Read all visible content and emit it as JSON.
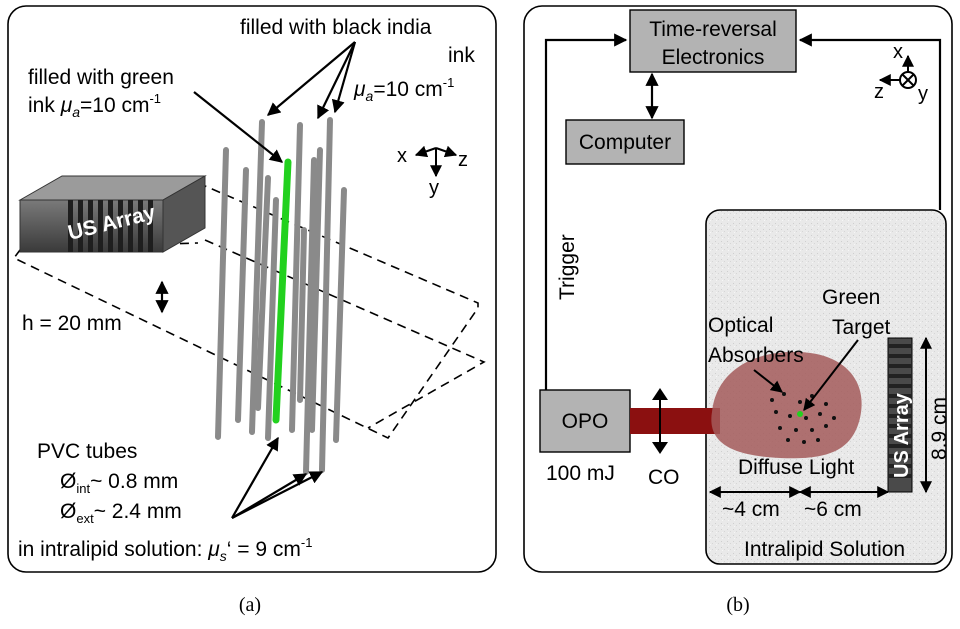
{
  "panel_a": {
    "caption": "(a)",
    "black_ink_label_1": "filled with black india",
    "black_ink_label_2": "ink",
    "mu_a_black_sym": "μ",
    "mu_a_black_sub": "a",
    "mu_a_black_val": "=10 cm",
    "mu_a_black_exp": "-1",
    "green_ink_label_1": "filled with green",
    "green_ink_label_2": "ink",
    "mu_a_green_sym": "μ",
    "mu_a_green_sub": "a",
    "mu_a_green_val": "=10 cm",
    "mu_a_green_exp": "-1",
    "us_array": "US Array",
    "height_label": "h  = 20 mm",
    "axis_x": "x",
    "axis_y": "y",
    "axis_z": "z",
    "pvc_label": "PVC tubes",
    "d_int_sym": "Ø",
    "d_int_sub": "int",
    "d_int_val": "~ 0.8 mm",
    "d_ext_sym": "Ø",
    "d_ext_sub": "ext",
    "d_ext_val": "~ 2.4 mm",
    "intralipid_text": "in intralipid solution: ",
    "mu_s_sym": "μ",
    "mu_s_sub": "s",
    "mu_s_val": "‘ = 9 cm",
    "mu_s_exp": "-1"
  },
  "panel_b": {
    "caption": "(b)",
    "electronics_1": "Time-reversal",
    "electronics_2": "Electronics",
    "computer": "Computer",
    "trigger": "Trigger",
    "opo": "OPO",
    "energy": "100 mJ",
    "co": "CO",
    "green_target_1": "Green",
    "green_target_2": "Target",
    "optical_absorbers_1": "Optical",
    "optical_absorbers_2": "Absorbers",
    "diffuse_light": "Diffuse Light",
    "us_array": "US Array",
    "dim_vertical": "8.9 cm",
    "dim_4": "~4 cm",
    "dim_6": "~6 cm",
    "intralipid": "Intralipid Solution",
    "axis_x": "x",
    "axis_y": "y",
    "axis_z": "z"
  },
  "colors": {
    "tube_gray": "#8a8a8a",
    "tube_green": "#22d11e",
    "box_gray": "#b3b3b3",
    "beam_red": "#8b1010",
    "tissue": "#a35a5a",
    "array_dark": "#4a4a4a",
    "background_solution": "#e6e6e6"
  }
}
